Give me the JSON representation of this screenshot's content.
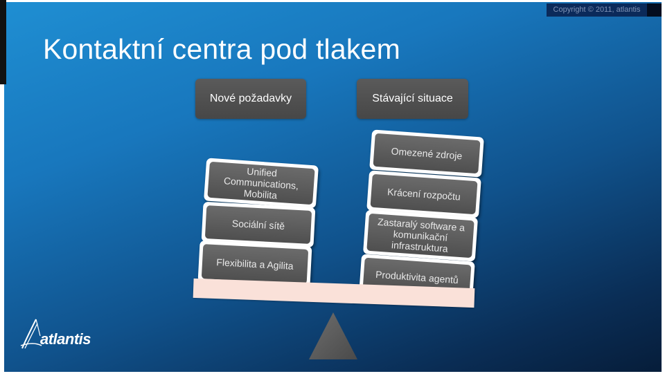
{
  "copyright": "Copyright © 2011, atlantis",
  "title": "Kontaktní centra pod tlakem",
  "headers": {
    "left": "Nové požadavky",
    "right": "Stávající situace"
  },
  "left_blocks": [
    "Unified Communications, Mobilita",
    "Sociální sítě",
    "Flexibilita a Agilita"
  ],
  "right_blocks": [
    "Omezené zdroje",
    "Krácení rozpočtu",
    "Zastaralý software a komunikační infrastruktura",
    "Produktivita agentů"
  ],
  "logo": {
    "text": "atlantis",
    "icon": "atlantis-logo-icon"
  },
  "colors": {
    "background_top": "#1f8fd3",
    "background_bottom": "#061c38",
    "header_box": "#4f4f4f",
    "block_fill": "#5a5a5a",
    "beam": "#fae1d9",
    "fulcrum": "#5e5e5e"
  }
}
